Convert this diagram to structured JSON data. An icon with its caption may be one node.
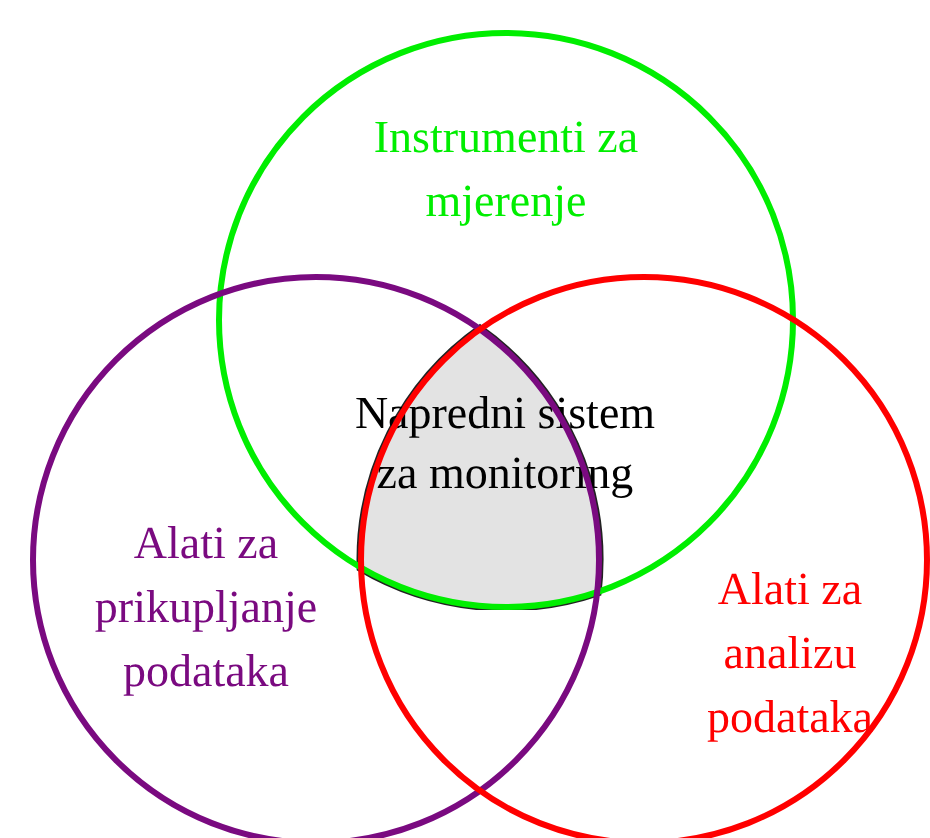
{
  "diagram": {
    "nodes": [
      {
        "text": [
          "Instrumenti za mjerenje"
        ]
      },
      {
        "text": [
          "Alati za prikupljanje podataka"
        ]
      },
      {
        "text": [
          "Alati za analizu podataka"
        ]
      },
      {
        "text": [
          "Napredni sistem za monitoring"
        ]
      }
    ]
  }
}
